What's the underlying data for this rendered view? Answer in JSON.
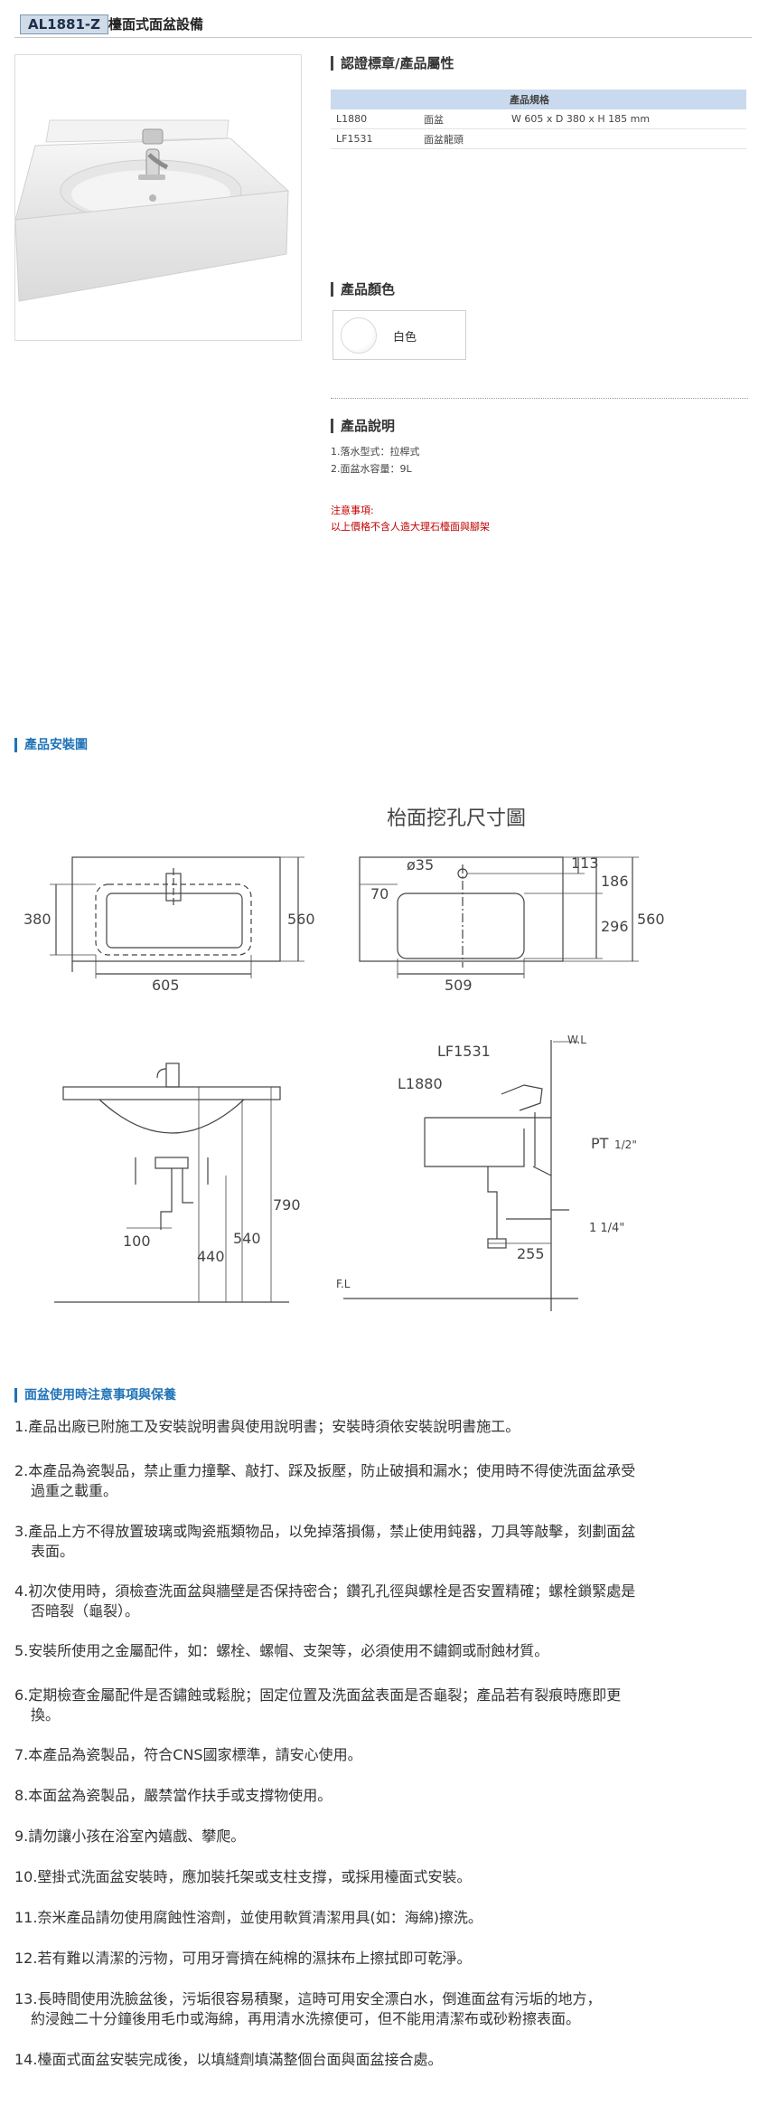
{
  "header": {
    "code": "AL1881-Z",
    "title": "檯面式面盆設備"
  },
  "cert_section": {
    "title": "認證標章/產品屬性",
    "table_header": "產品規格",
    "rows": [
      {
        "code": "L1880",
        "name": "面盆",
        "spec": "W 605 x D 380 x H 185 mm"
      },
      {
        "code": "LF1531",
        "name": "面盆龍頭",
        "spec": ""
      }
    ]
  },
  "color_section": {
    "title": "產品顏色",
    "color_name": "白色",
    "swatch_color": "#ffffff"
  },
  "desc_section": {
    "title": "產品說明",
    "lines": [
      "1.落水型式：拉桿式",
      "2.面盆水容量：9L"
    ],
    "warning_title": "注意事項:",
    "warning_text": "以上價格不含人造大理石檯面與腳架"
  },
  "install_section": {
    "title": "產品安裝圖",
    "drawing": {
      "top_title": "枱面挖孔尺寸圖",
      "dims_left": {
        "h380": "380",
        "h560": "560",
        "w605": "605"
      },
      "dims_right": {
        "d35": "ø35",
        "d70": "70",
        "d113": "113",
        "d186": "186",
        "d296": "296",
        "d560": "560",
        "d509": "509"
      },
      "dims_front": {
        "d100": "100",
        "d440": "440",
        "d540": "540",
        "d790": "790"
      },
      "dims_side": {
        "wl": "W.L",
        "lf1531": "LF1531",
        "l1880": "L1880",
        "pt": "PT",
        "pt_frac": "1/2\"",
        "d255": "255",
        "d114": "1 1/4\"",
        "fl": "F.L"
      }
    }
  },
  "care_section": {
    "title": "面盆使用時注意事項與保養",
    "items": [
      {
        "l1": "1.產品出廠已附施工及安裝說明書與使用說明書；安裝時須依安裝說明書施工。",
        "l2": ""
      },
      {
        "l1": "2.本產品為瓷製品，禁止重力撞擊、敲打、踩及扳壓，防止破損和漏水；使用時不得使洗面盆承受",
        "l2": "過重之載重。"
      },
      {
        "l1": "3.產品上方不得放置玻璃或陶瓷瓶類物品，以免掉落損傷，禁止使用鈍器，刀具等敲擊，刻劃面盆",
        "l2": "表面。"
      },
      {
        "l1": "4.初次使用時，須檢查洗面盆與牆壁是否保持密合；鑽孔孔徑與螺栓是否安置精確；螺栓鎖緊處是",
        "l2": "否暗裂（龜裂）。"
      },
      {
        "l1": "5.安裝所使用之金屬配件，如：螺栓、螺帽、支架等，必須使用不鏽鋼或耐蝕材質。",
        "l2": ""
      },
      {
        "l1": "6.定期檢查金屬配件是否鏽蝕或鬆脫；固定位置及洗面盆表面是否龜裂；產品若有裂痕時應即更",
        "l2": "換。"
      },
      {
        "l1": "7.本產品為瓷製品，符合CNS國家標準，請安心使用。",
        "l2": ""
      },
      {
        "l1": "8.本面盆為瓷製品，嚴禁當作扶手或支撐物使用。",
        "l2": ""
      },
      {
        "l1": "9.請勿讓小孩在浴室內嬉戲、攀爬。",
        "l2": ""
      },
      {
        "l1": "10.壁掛式洗面盆安裝時，應加裝托架或支柱支撐，或採用檯面式安裝。",
        "l2": ""
      },
      {
        "l1": "11.奈米產品請勿使用腐蝕性溶劑，並使用軟質清潔用具(如：海綿)擦洗。",
        "l2": ""
      },
      {
        "l1": "12.若有難以清潔的污物，可用牙膏擠在純棉的濕抹布上擦拭即可乾淨。",
        "l2": ""
      },
      {
        "l1": "13.長時間使用洗臉盆後，污垢很容易積聚，這時可用安全漂白水，倒進面盆有污垢的地方，",
        "l2": "約浸蝕二十分鐘後用毛巾或海綿，再用清水洗擦便可，但不能用清潔布或砂粉擦表面。"
      },
      {
        "l1": "14.檯面式面盆安裝完成後，以填縫劑填滿整個台面與面盆接合處。",
        "l2": ""
      }
    ]
  }
}
